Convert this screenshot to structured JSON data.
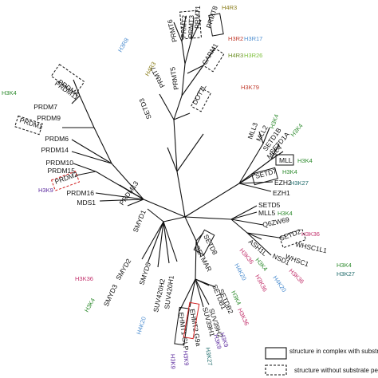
{
  "colors": {
    "H4R3": "#8a7d1a",
    "H3R2": "#c0392b",
    "H3R17": "#4f8fd0",
    "H4R3b": "#6b8e23",
    "H3R26": "#7cbf3a",
    "H3R8": "#4f8fd0",
    "H3K79": "#c0392b",
    "H3K4": "#2e8b2e",
    "H3K9": "#5b2a9e",
    "H3K27": "#1f6b6b",
    "H3K36": "#c2306b",
    "H4K20": "#4f8fd0"
  },
  "leaves": {
    "PRMT8": "PRMT8",
    "PRMT1": "PRMT1",
    "PRMT6": "PRMT6",
    "PRMT2": "PRMT2",
    "PRMT3": "PRMT3",
    "CARM1": "CARM1",
    "PRMT7": "PRMT7",
    "PRMT5": "PRMT5",
    "DOT1L": "DOT1L",
    "SETD3": "SETD3",
    "PRDM4": "PRDM4",
    "PRDM7": "PRDM7",
    "PRDM11": "PRDM11",
    "PRDM9": "PRDM9",
    "PRDM1": "PRDM1",
    "PRDM6": "PRDM6",
    "PRDM14": "PRDM14",
    "PRDM10": "PRDM10",
    "PRDM15": "PRDM15",
    "PRDM2": "PRDM2",
    "PRDM16": "PRDM16",
    "MDS1": "MDS1",
    "PRDM13": "PRDM13",
    "MLL3": "MLL3",
    "MLL2": "MLL2",
    "SETD1B": "SETD1B",
    "SETD1A": "SETD1A",
    "MLL4": "MLL4",
    "MLL": "MLL",
    "SETD7": "SETD7",
    "EZH2": "EZH2",
    "EZH1": "EZH1",
    "SETD5": "SETD5",
    "MLL5": "MLL5",
    "Q6ZW69": "Q6ZW69",
    "SETD2": "SETD2",
    "ASH1L": "ASH1L",
    "WHSC1L1": "WHSC1L1",
    "NSD1": "NSD1",
    "WHSC1": "WHSC1",
    "SMYD1": "SMYD1",
    "SMYD2": "SMYD2",
    "SMYD3": "SMYD3",
    "SMYD5": "SMYD5",
    "SUV420H2": "SUV420H2",
    "SUV420H1": "SUV420H1",
    "SETD8": "SETD8",
    "SETMAR": "SETMAR",
    "SETDB1": "SETDB1",
    "SETDB2": "SETDB2",
    "SUV39H1": "SUV39H1",
    "SUV39H2": "SUV39H2",
    "EHMT2": "EHMT2 G9a",
    "EHMT1": "EHMT1 GLP"
  },
  "marks": {
    "prmt8_h4r3": "H4R3",
    "carm1_h3r2": "H3R2",
    "carm1_h3r17": "H3R17",
    "carm1_h4r3": "H4R3",
    "carm1_h3r26": "H3R26",
    "prmt7_h3r8": "H3R8",
    "prmt5_h4r3": "H4R3",
    "dot1l_h3k79": "H3K79",
    "prdm_h3k4": "H3K4",
    "prdm2_h3k9": "H3K9",
    "mll3_h3k4": "H3K4",
    "setd1a_h3k4": "H3K4",
    "mll_h3k4": "H3K4",
    "setd7_h3k4": "H3K4",
    "ezh2_h3k27": "H3K27",
    "mll5_h3k4": "H3K4",
    "setd2_h3k36": "H3K36",
    "ash1l_h3k36": "H3K36",
    "ash1l_h3k4": "H3K4",
    "whsc1l1_h3k4": "H3K4",
    "whsc1_h3k27": "H3K27",
    "nsd1_h4k20": "H4K20",
    "nsd1_h3k36": "H3K36",
    "setd8_h4k20": "H4K20",
    "setmar_h3k36": "H3K36",
    "setdb1_h3k4": "H3K4",
    "smyd2_h3k36": "H3K36",
    "smyd3_h3k4": "H3K4",
    "suv420_h4k20": "H4K20",
    "setdb2_h3k36": "H3K36",
    "suv39_h3k9_a": "H3K9",
    "suv39_h3k9_b": "H3K9",
    "suv39_h3k27": "H3K27",
    "ehmt_h3k9_a": "H3K9",
    "ehmt_h3k9_b": "H3K9"
  },
  "legend": {
    "solid_label": "structure in complex with substrate peptide",
    "dashed_label": "structure without substrate peptide"
  }
}
